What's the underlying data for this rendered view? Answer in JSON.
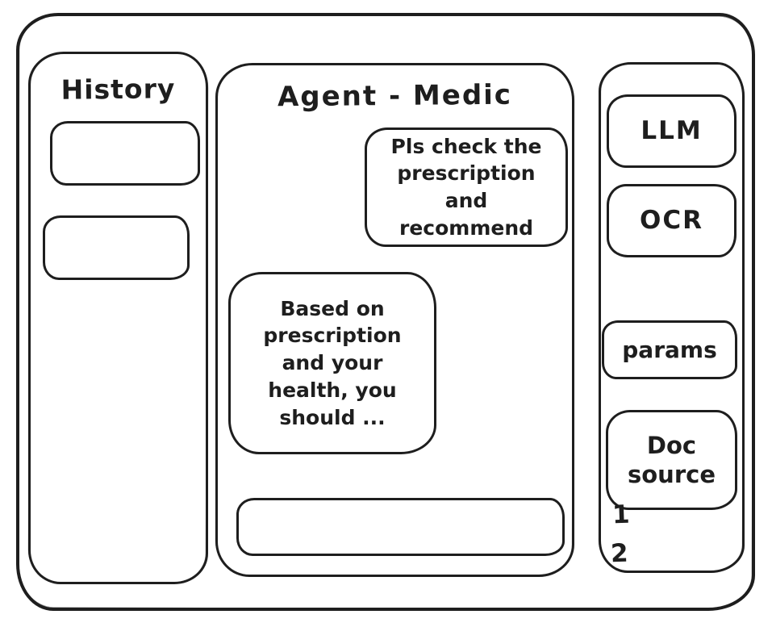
{
  "window": {
    "background": "#ffffff",
    "ink": "#1e1e1e"
  },
  "history_panel": {
    "title": "History",
    "items": [
      {
        "label": ""
      },
      {
        "label": ""
      }
    ]
  },
  "chat_panel": {
    "title": "Agent - Medic",
    "messages": [
      {
        "role": "user",
        "text": "Pls check the prescription and recommend"
      },
      {
        "role": "assistant",
        "text": "Based on prescription and your health, you should ..."
      }
    ],
    "input": {
      "value": "",
      "placeholder": ""
    }
  },
  "tools_panel": {
    "buttons": [
      {
        "label": "LLM"
      },
      {
        "label": "OCR"
      },
      {
        "label": "params"
      },
      {
        "label": "Doc source"
      }
    ],
    "doc_source_list": [
      "1",
      "2"
    ]
  }
}
